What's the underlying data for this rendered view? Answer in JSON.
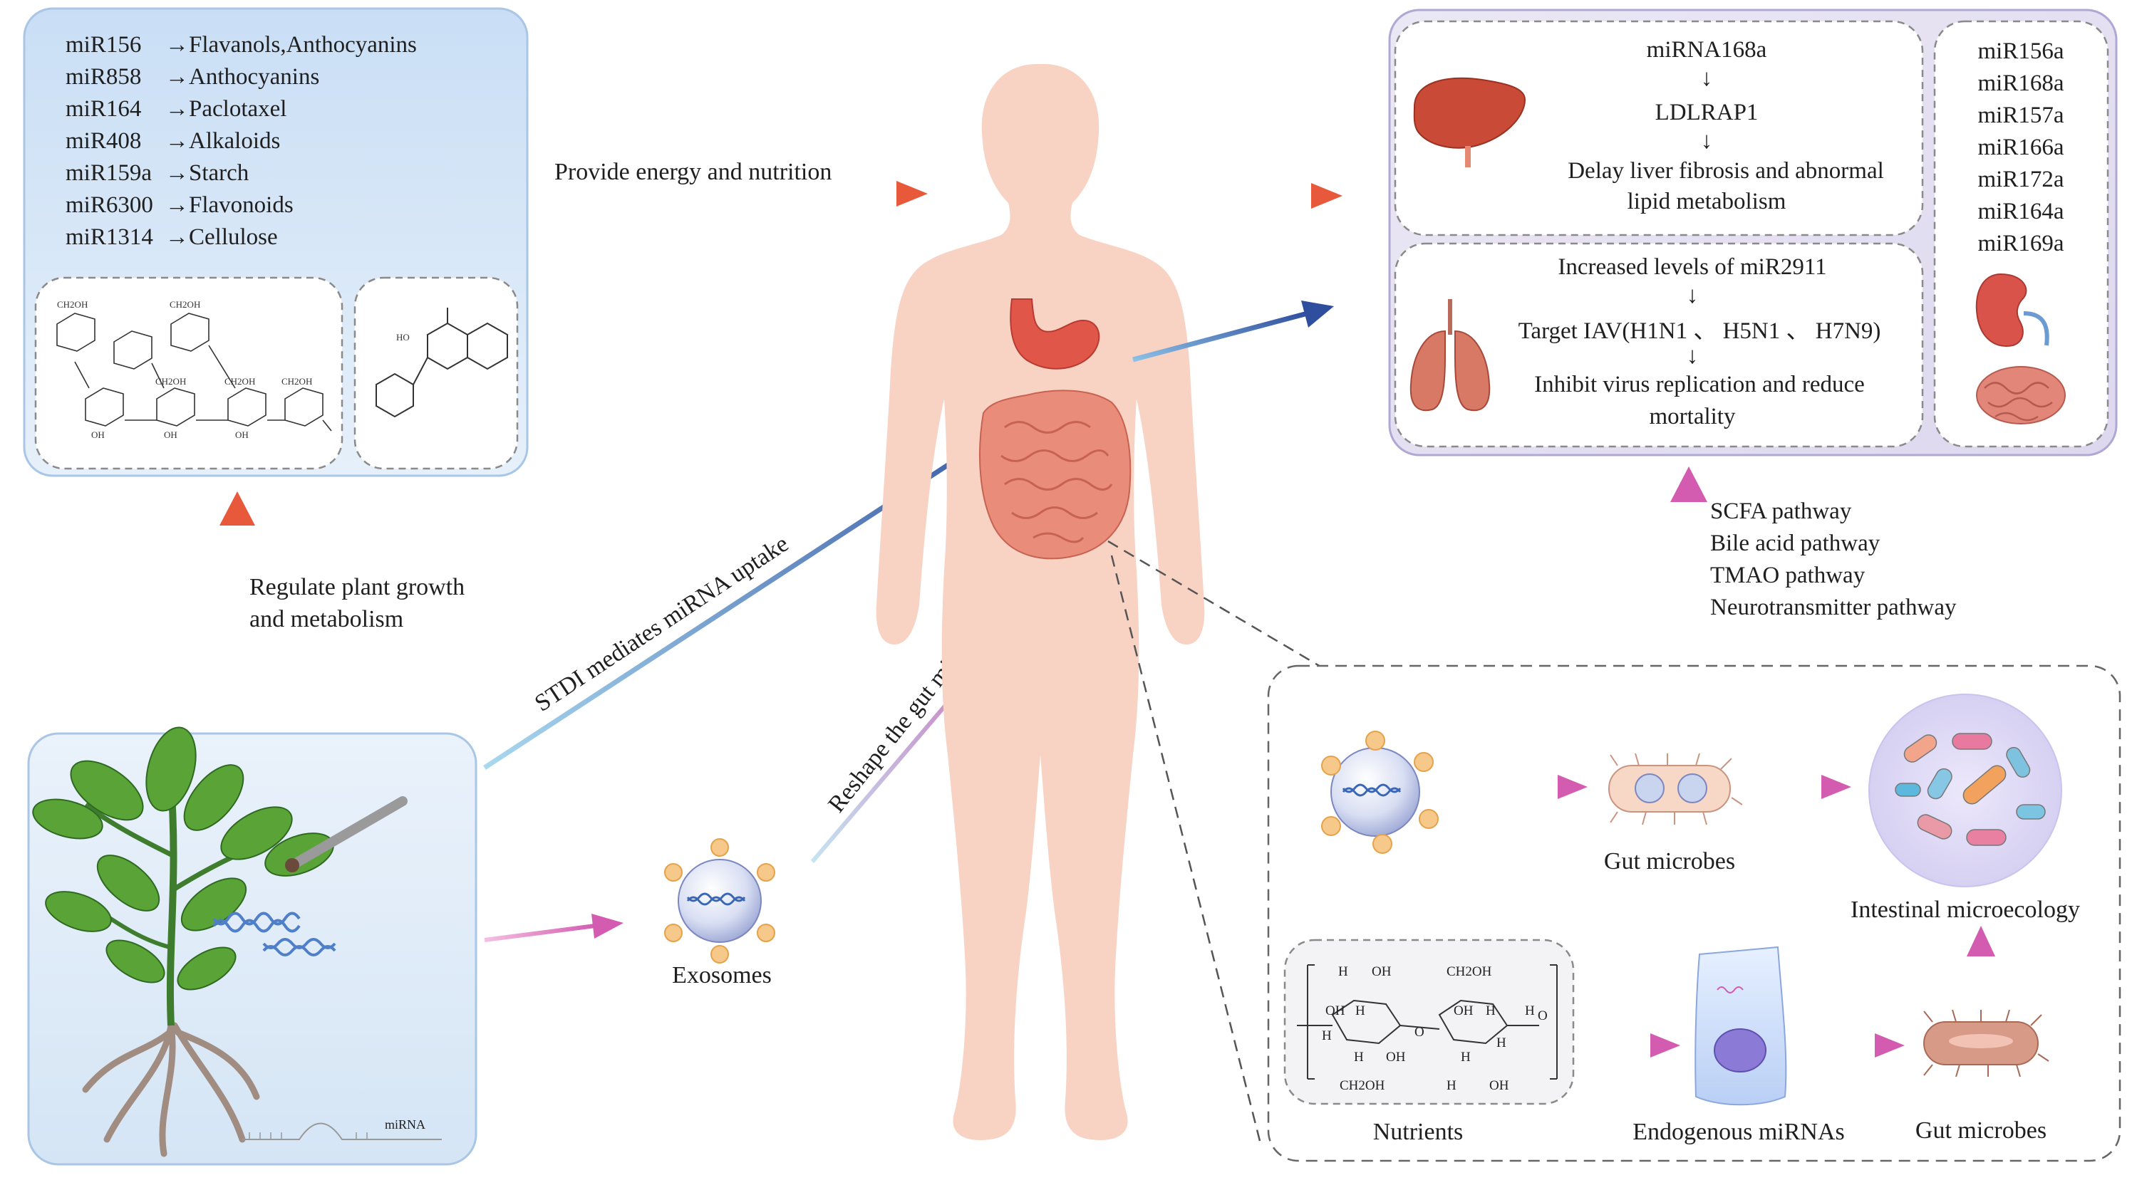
{
  "plant_mirna_list": [
    {
      "mirna": "miR156",
      "product": "→Flavanols,Anthocyanins"
    },
    {
      "mirna": "miR858",
      "product": "→Anthocyanins"
    },
    {
      "mirna": "miR164",
      "product": "→Paclotaxel"
    },
    {
      "mirna": "miR408",
      "product": "→Alkaloids"
    },
    {
      "mirna": "miR159a",
      "product": "→Starch"
    },
    {
      "mirna": "miR6300",
      "product": "→Flavonoids"
    },
    {
      "mirna": "miR1314",
      "product": "→Cellulose"
    }
  ],
  "chem_labels": {
    "left": [
      "CH2OH",
      "CH2OH",
      "CH2OH",
      "CH2OH",
      "CH2OH",
      "OH",
      "OH",
      "OH"
    ],
    "right": "HO"
  },
  "arrows": {
    "provide_energy": "Provide energy and nutrition",
    "regulate_plant_line1": "Regulate plant growth",
    "regulate_plant_line2": "and metabolism",
    "stdi": "STDI mediates miRNA uptake",
    "reshape": "Reshape the gut microbes"
  },
  "plant_label": "miRNA",
  "exosomes_label": "Exosomes",
  "liver_box": {
    "line1": "miRNA168a",
    "arrow": "↓",
    "line2": "LDLRAP1",
    "line3": "Delay liver fibrosis and abnormal",
    "line4": "lipid metabolism"
  },
  "lung_box": {
    "line1": "Increased levels of miR2911",
    "arrow": "↓",
    "line2": "Target IAV(H1N1 、 H5N1 、 H7N9)",
    "line3": "Inhibit virus replication and reduce",
    "line4": "mortality"
  },
  "organ_mirnas": [
    "miR156a",
    "miR168a",
    "miR157a",
    "miR166a",
    "miR172a",
    "miR164a",
    "miR169a"
  ],
  "pathways": [
    "SCFA pathway",
    "Bile acid pathway",
    "TMAO pathway",
    "Neurotransmitter pathway"
  ],
  "gut_panel": {
    "gut_microbes_top": "Gut microbes",
    "intestinal": "Intestinal microecology",
    "nutrients": "Nutrients",
    "endogenous": "Endogenous miRNAs",
    "gut_microbes_bottom": "Gut microbes",
    "nutrient_chem": [
      "H",
      "OH",
      "CH2OH",
      "OH",
      "H",
      "OH",
      "H",
      "H",
      "H",
      "O",
      "O",
      "CH2OH",
      "H",
      "OH",
      "H",
      "H",
      "H",
      "OH"
    ]
  },
  "colors": {
    "blue_panel": "#d6e6f6",
    "organ_panel": "#e4e0f0",
    "red_arrow": "#e8593c",
    "blue_arrow": "#3a5fa8",
    "pink_arrow": "#d967b7",
    "body": "#f7cfc0"
  }
}
